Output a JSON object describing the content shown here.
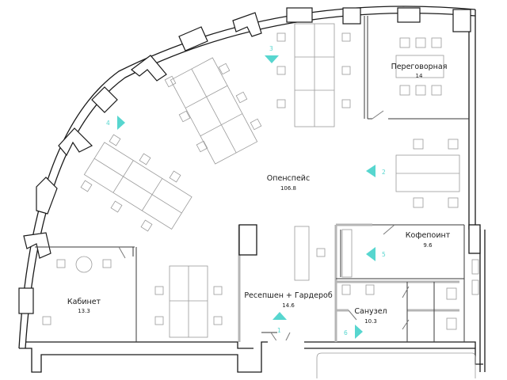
{
  "rooms": [
    {
      "id": "meeting",
      "name": "Переговорная",
      "area": "14"
    },
    {
      "id": "openspace",
      "name": "Опенспейс",
      "area": "106.8"
    },
    {
      "id": "coffee",
      "name": "Кофепоинт",
      "area": "9.6"
    },
    {
      "id": "office",
      "name": "Кабинет",
      "area": "13.3"
    },
    {
      "id": "reception",
      "name": "Ресепшен + Гардероб",
      "area": "14.6"
    },
    {
      "id": "wc",
      "name": "Санузел",
      "area": "10.3"
    }
  ],
  "view_markers": [
    {
      "n": "1",
      "direction": "up"
    },
    {
      "n": "2",
      "direction": "left"
    },
    {
      "n": "3",
      "direction": "down"
    },
    {
      "n": "4",
      "direction": "right"
    },
    {
      "n": "5",
      "direction": "left"
    },
    {
      "n": "6",
      "direction": "right"
    }
  ],
  "colors": {
    "wall": "#1a1a1a",
    "thin": "#3a3a3a",
    "furniture": "#9a9a9a",
    "accent": "#57d6cf",
    "grey_wall": "#b5b5b5"
  }
}
